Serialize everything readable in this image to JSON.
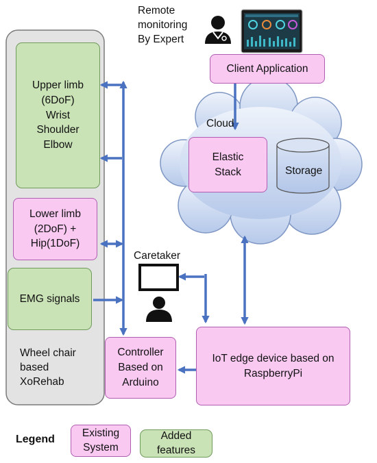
{
  "remote": {
    "label": "Remote\nmonitoring\nBy Expert"
  },
  "client_app": {
    "label": "Client Application"
  },
  "cloud": {
    "label": "Cloud"
  },
  "elastic": {
    "label": "Elastic\nStack"
  },
  "storage": {
    "label": "Storage"
  },
  "wheelchair": {
    "label": "Wheel chair\nbased\nXoRehab",
    "upper_limb": "Upper limb\n(6DoF)\nWrist\nShoulder\nElbow",
    "lower_limb": "Lower limb\n(2DoF) +\nHip(1DoF)",
    "emg": "EMG signals"
  },
  "caretaker": {
    "label": "Caretaker"
  },
  "controller": {
    "label": "Controller\nBased on\nArduino"
  },
  "iot": {
    "label": "IoT edge device based on\nRaspberryPi"
  },
  "legend": {
    "title": "Legend",
    "existing": "Existing\nSystem",
    "added": "Added\nfeatures"
  },
  "colors": {
    "existing": "#f9c9f2",
    "added": "#c9e2b6",
    "arrow": "#4a72c0",
    "cloud_top": "#eef3fb",
    "cloud_bottom": "#b6c9ea"
  }
}
